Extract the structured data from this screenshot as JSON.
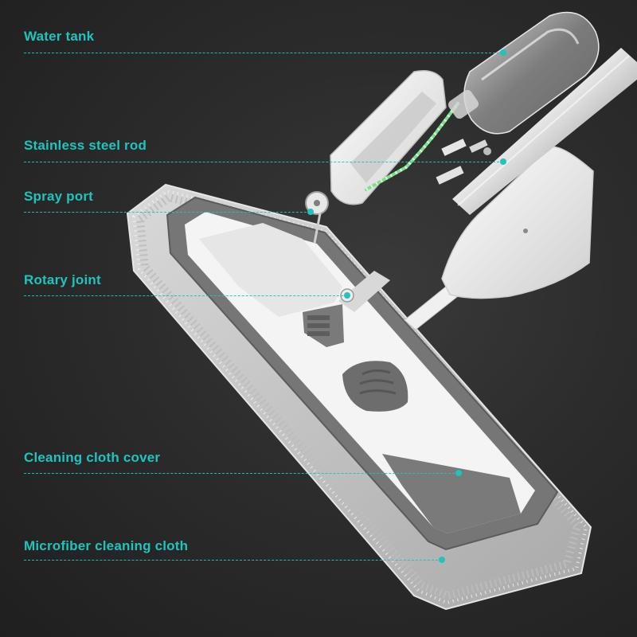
{
  "theme": {
    "accent": "#1ec4bd",
    "background": "#2b2b2b",
    "product_gray": "#6e6e6e",
    "product_white": "#f2f2f2",
    "spring_green": "#7ee08a"
  },
  "callouts": {
    "water_tank": "Water tank",
    "stainless_steel_rod": "Stainless steel rod",
    "spray_port": "Spray port",
    "rotary_joint": "Rotary joint",
    "cleaning_cloth_cover": "Cleaning cloth cover",
    "microfiber_cleaning_cloth": "Microfiber cleaning cloth"
  },
  "product": "spray-mop-exploded-view"
}
